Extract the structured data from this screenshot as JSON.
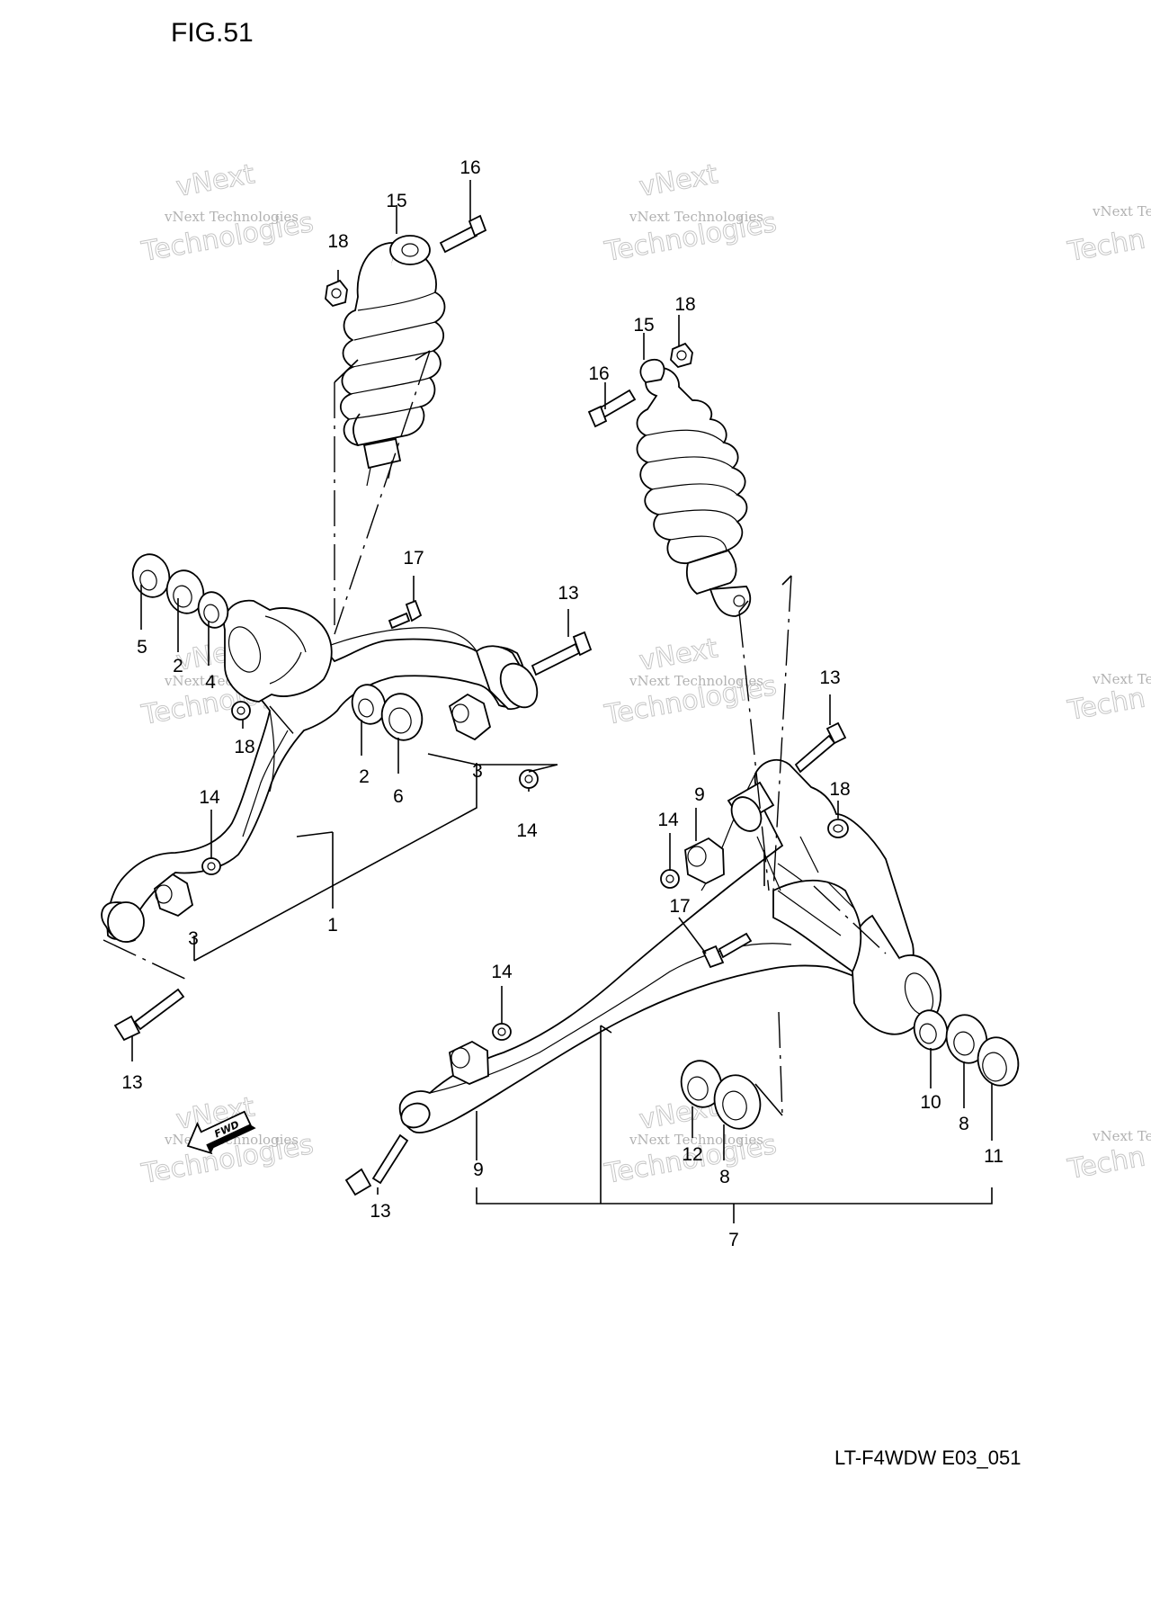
{
  "title": "FIG.51",
  "code": "LT-F4WDW E03_051",
  "fwd_label": "FWD",
  "watermark": {
    "line1": "vNext",
    "line2": "vNext Technologies",
    "line3": "Technologies",
    "line2_cut": "vNext Techr",
    "line3_cut": "Techn"
  },
  "callouts": {
    "l1": "1",
    "l2a": "2",
    "l2b": "2",
    "l3a": "3",
    "l3b": "3",
    "l4": "4",
    "l5": "5",
    "l6": "6",
    "l7": "7",
    "l8a": "8",
    "l8b": "8",
    "l9a": "9",
    "l9b": "9",
    "l10": "10",
    "l11": "11",
    "l12": "12",
    "l13a": "13",
    "l13b": "13",
    "l13c": "13",
    "l13d": "13",
    "l14a": "14",
    "l14b": "14",
    "l14c": "14",
    "l14d": "14",
    "l15a": "15",
    "l15b": "15",
    "l16a": "16",
    "l16b": "16",
    "l17a": "17",
    "l17b": "17",
    "l18a": "18",
    "l18b": "18",
    "l18c": "18",
    "l18d": "18"
  }
}
